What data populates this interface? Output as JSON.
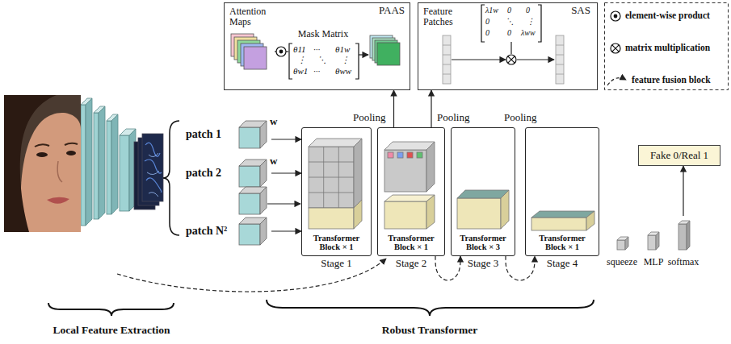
{
  "diagram": {
    "nodes": [
      {
        "text": [
          "PAAS"
        ]
      },
      {
        "text": [
          "Attention Maps"
        ],
        "in": 0
      },
      {
        "text": [
          "Mask Matrix"
        ],
        "in": 0
      },
      {
        "text": [
          "SAS"
        ]
      },
      {
        "text": [
          "Feature Patches"
        ],
        "in": 3
      },
      {
        "text": [
          "patch 1"
        ]
      },
      {
        "text": [
          "patch 2"
        ]
      },
      {
        "text": [
          "patch N²"
        ]
      },
      {
        "text": [
          "Transformer Block × 1",
          "Stage 1"
        ]
      },
      {
        "text": [
          "Transformer Block × 1",
          "Stage 2"
        ]
      },
      {
        "text": [
          "Transformer Block × 3",
          "Stage 3"
        ]
      },
      {
        "text": [
          "Transformer Block × 1",
          "Stage 4"
        ]
      },
      {
        "text": [
          "squeeze"
        ]
      },
      {
        "text": [
          "MLP"
        ]
      },
      {
        "text": [
          "softmax"
        ]
      },
      {
        "text": [
          "Fake 0/Real 1"
        ]
      }
    ],
    "edges": [
      {
        "from": 1,
        "to": 2,
        "arrow": "none"
      },
      {
        "from": 5,
        "to": 8,
        "arrow": "to"
      },
      {
        "from": 6,
        "to": 8,
        "arrow": "to"
      },
      {
        "from": 7,
        "to": 8,
        "arrow": "to"
      },
      {
        "from": 9,
        "to": 0,
        "arrow": "to"
      },
      {
        "from": 9,
        "to": 3,
        "arrow": "to"
      },
      {
        "from": 9,
        "to": 10,
        "arrow": "to"
      },
      {
        "from": 10,
        "to": 11,
        "arrow": "to"
      },
      {
        "from": 14,
        "to": 15,
        "arrow": "to"
      }
    ],
    "labels": [
      "θ11",
      "···",
      "θ1w",
      "⋮",
      "⋱",
      "⋮",
      "θw1",
      "···",
      "θww",
      "λ1w",
      "0",
      "0",
      "0",
      "⋱",
      "⋮",
      "0",
      "0",
      "λww",
      "w",
      "w",
      "Pooling",
      "Pooling",
      "Pooling",
      "Local Feature Extraction",
      "Robust Transformer"
    ],
    "legend": [
      {
        "text": "element-wise product"
      },
      {
        "text": "matrix multiplication"
      },
      {
        "text": "feature fusion block"
      }
    ]
  }
}
